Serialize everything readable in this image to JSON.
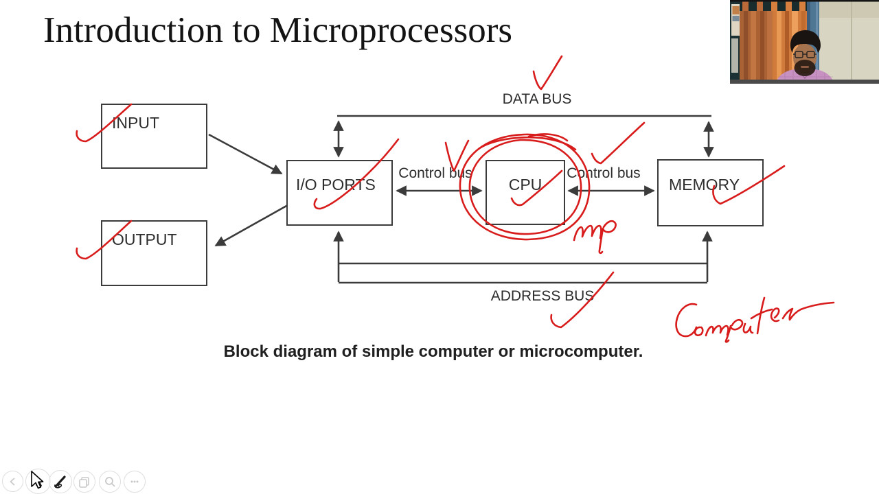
{
  "slide": {
    "title": "Introduction to Microprocessors",
    "caption": "Block diagram of simple computer or microcomputer."
  },
  "diagram": {
    "boxes": [
      {
        "id": "input",
        "label": "INPUT"
      },
      {
        "id": "output",
        "label": "OUTPUT"
      },
      {
        "id": "io-ports",
        "label": "I/O PORTS"
      },
      {
        "id": "cpu",
        "label": "CPU"
      },
      {
        "id": "memory",
        "label": "MEMORY"
      }
    ],
    "buses": {
      "data_bus_label": "DATA BUS",
      "address_bus_label": "ADDRESS BUS",
      "control_bus_left_label": "Control bus",
      "control_bus_right_label": "Control bus"
    },
    "line_color": "#3b3b3b"
  },
  "annotations": {
    "ink_color": "#d81b1b",
    "handwritten_words": [
      {
        "text": "mp"
      },
      {
        "text": "computer"
      }
    ],
    "checkmark_count": 9,
    "circled_box": "CPU"
  },
  "webcam": {
    "colors": {
      "curtain_left": "#aa6134",
      "curtain_right": "#d07a3b",
      "window_frame": "#4f7693",
      "wall": "#d8d5c3",
      "shirt": "#c791c1"
    }
  },
  "toolbar": {
    "buttons": [
      {
        "icon": "back-icon"
      },
      {
        "icon": "cursor-icon"
      },
      {
        "icon": "pen-icon"
      },
      {
        "icon": "slides-icon"
      },
      {
        "icon": "zoom-icon"
      },
      {
        "icon": "more-icon"
      }
    ]
  }
}
